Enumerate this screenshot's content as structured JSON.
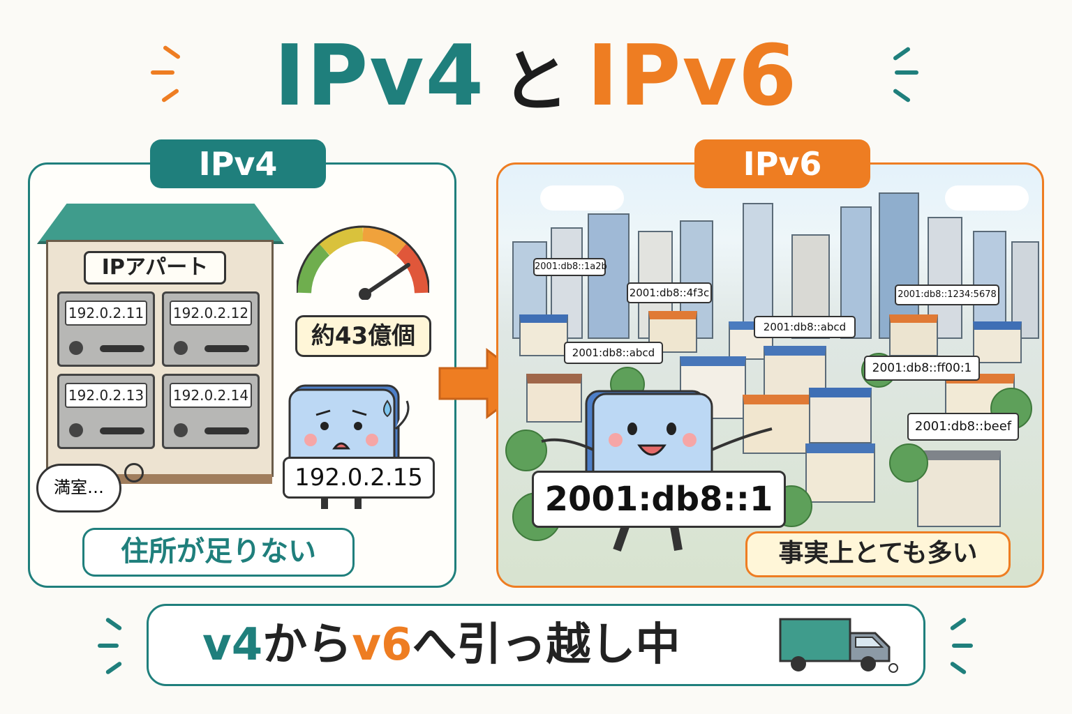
{
  "title": {
    "left": "IPv4",
    "middle": "と",
    "right": "IPv6"
  },
  "ipv4": {
    "tag": "IPv4",
    "apartment_sign": "IPアパート",
    "mailboxes": [
      "192.0.2.11",
      "192.0.2.12",
      "192.0.2.13",
      "192.0.2.14"
    ],
    "bubble": "満室…",
    "count": "約43億個",
    "character_address": "192.0.2.15",
    "caption": "住所が足りない"
  },
  "ipv6": {
    "tag": "IPv6",
    "address_tags": [
      "2001:db8::1a2b",
      "2001:db8::4f3c",
      "2001:db8::1234:5678",
      "2001:db8::abcd",
      "2001:db8::abcd",
      "2001:db8::ff00:1",
      "2001:db8::beef"
    ],
    "character_address": "2001:db8::1",
    "caption": "事実上とても多い"
  },
  "banner": {
    "part1": "v4",
    "part2": "から",
    "part3": "v6",
    "part4": "へ引っ越し中"
  },
  "colors": {
    "teal": "#1f7f7c",
    "orange": "#ee7d22"
  },
  "icons": [
    "speed-gauge-icon",
    "moving-truck-icon",
    "arrow-right-icon",
    "sweat-drop-icon"
  ]
}
